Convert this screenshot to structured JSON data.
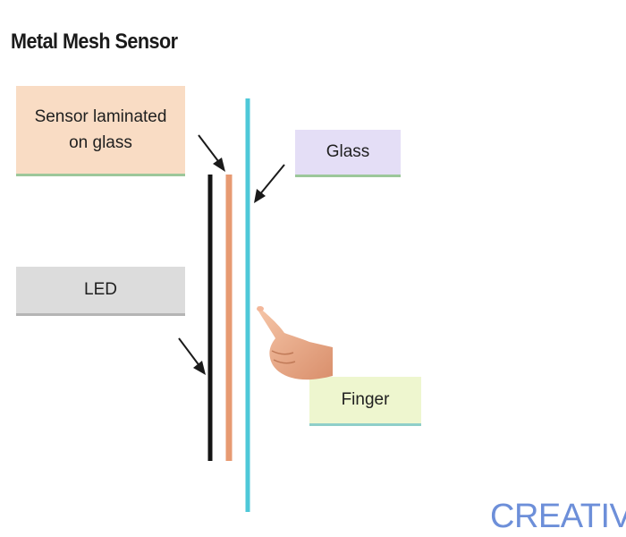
{
  "diagram": {
    "title": "Metal Mesh Sensor",
    "labels": {
      "sensor": {
        "text": "Sensor laminated\non glass",
        "color": "#f9dcc4"
      },
      "glass": {
        "text": "Glass",
        "color": "#e4def6"
      },
      "led": {
        "text": "LED",
        "color": "#dcdcdc"
      },
      "finger": {
        "text": "Finger",
        "color": "#eef6cf"
      }
    },
    "layer_colors": {
      "led": "#141414",
      "sensor": "#e79a72",
      "glass": "#4ec8d8"
    },
    "arrow_color": "#1a1a1a",
    "icons": {
      "finger": "pointing-finger-icon"
    }
  },
  "watermark": {
    "text": "CREATIVC",
    "color": "#6d8fd9"
  }
}
